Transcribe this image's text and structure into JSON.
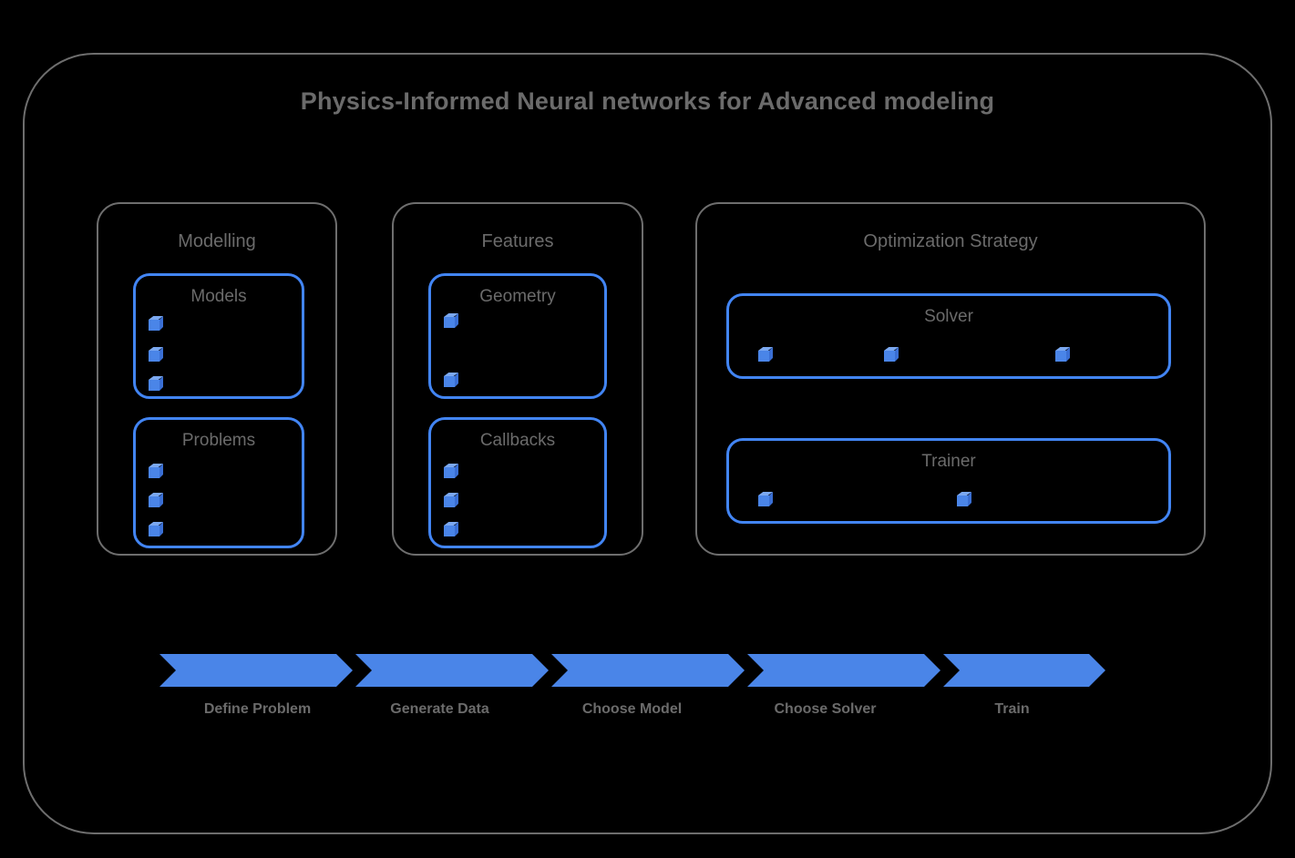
{
  "diagram": {
    "title": "Physics-Informed Neural networks for Advanced modeling",
    "colors": {
      "background": "#000000",
      "frame_border": "#6e6e6e",
      "text": "#6b6b6b",
      "accent_blue": "#4285f4",
      "arrow_blue": "#4a85e8",
      "cube_blue": "#4a85e8"
    }
  },
  "groups": [
    {
      "id": "modelling",
      "title": "Modelling",
      "cards": [
        {
          "id": "models",
          "title": "Models",
          "item_count": 3,
          "layout": "vertical"
        },
        {
          "id": "problems",
          "title": "Problems",
          "item_count": 3,
          "layout": "vertical"
        }
      ]
    },
    {
      "id": "features",
      "title": "Features",
      "cards": [
        {
          "id": "geometry",
          "title": "Geometry",
          "item_count": 2,
          "layout": "vertical-spread"
        },
        {
          "id": "callbacks",
          "title": "Callbacks",
          "item_count": 3,
          "layout": "vertical"
        }
      ]
    },
    {
      "id": "optimization",
      "title": "Optimization Strategy",
      "cards": [
        {
          "id": "solver",
          "title": "Solver",
          "item_count": 3,
          "layout": "horizontal"
        },
        {
          "id": "trainer",
          "title": "Trainer",
          "item_count": 2,
          "layout": "horizontal"
        }
      ]
    }
  ],
  "workflow": {
    "steps": [
      {
        "label": "Define Problem"
      },
      {
        "label": "Generate Data"
      },
      {
        "label": "Choose Model"
      },
      {
        "label": "Choose Solver"
      },
      {
        "label": "Train"
      }
    ]
  },
  "icons": {
    "cube": "cube-icon"
  }
}
